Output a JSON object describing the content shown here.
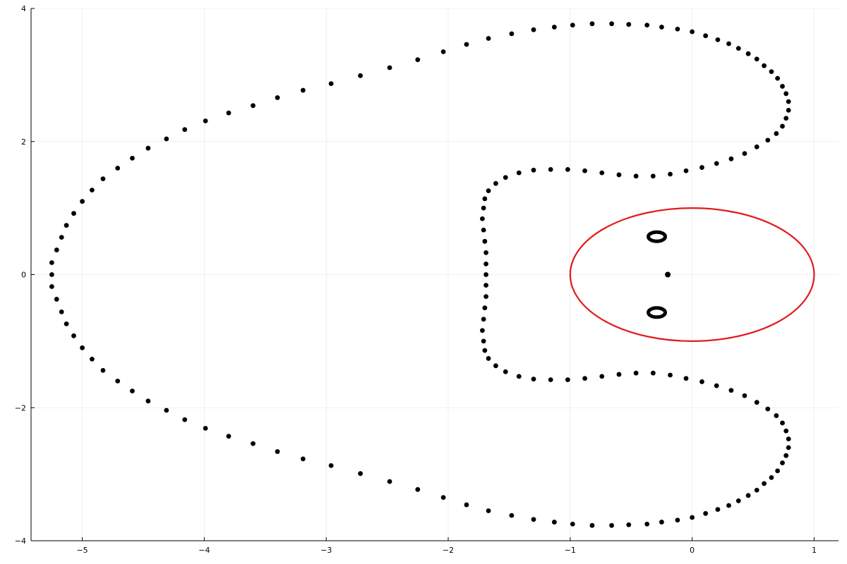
{
  "chart_data": {
    "type": "scatter",
    "title": "",
    "xlabel": "",
    "ylabel": "",
    "xlim": [
      -5.42,
      1.2
    ],
    "ylim": [
      -4,
      4
    ],
    "xticks": [
      -5,
      -4,
      -3,
      -2,
      -1,
      0,
      1
    ],
    "yticks": [
      -4,
      -2,
      0,
      2,
      4
    ],
    "xtick_labels": [
      "−5",
      "−4",
      "−3",
      "−2",
      "−1",
      "0",
      "1"
    ],
    "ytick_labels": [
      "−4",
      "−2",
      "0",
      "2",
      "4"
    ],
    "grid": true,
    "legend": "none",
    "series": [
      {
        "kind": "points",
        "color": "#000000",
        "points": [
          [
            -5.25,
            0.0
          ],
          [
            -5.25,
            0.18
          ],
          [
            -5.21,
            0.37
          ],
          [
            -5.17,
            0.56
          ],
          [
            -5.13,
            0.74
          ],
          [
            -5.07,
            0.92
          ],
          [
            -5.0,
            1.1
          ],
          [
            -4.92,
            1.27
          ],
          [
            -4.83,
            1.44
          ],
          [
            -4.71,
            1.6
          ],
          [
            -4.59,
            1.75
          ],
          [
            -4.46,
            1.9
          ],
          [
            -4.31,
            2.04
          ],
          [
            -4.16,
            2.18
          ],
          [
            -3.99,
            2.31
          ],
          [
            -3.8,
            2.43
          ],
          [
            -3.6,
            2.54
          ],
          [
            -3.4,
            2.66
          ],
          [
            -3.19,
            2.77
          ],
          [
            -2.96,
            2.87
          ],
          [
            -2.72,
            2.99
          ],
          [
            -2.48,
            3.11
          ],
          [
            -2.25,
            3.23
          ],
          [
            -2.04,
            3.35
          ],
          [
            -1.85,
            3.46
          ],
          [
            -1.67,
            3.55
          ],
          [
            -1.48,
            3.62
          ],
          [
            -1.3,
            3.68
          ],
          [
            -1.13,
            3.72
          ],
          [
            -0.98,
            3.75
          ],
          [
            -0.82,
            3.77
          ],
          [
            -0.66,
            3.77
          ],
          [
            -0.52,
            3.76
          ],
          [
            -0.37,
            3.75
          ],
          [
            -0.25,
            3.72
          ],
          [
            -0.12,
            3.69
          ],
          [
            0.0,
            3.65
          ],
          [
            0.11,
            3.59
          ],
          [
            0.21,
            3.53
          ],
          [
            0.3,
            3.47
          ],
          [
            0.38,
            3.4
          ],
          [
            0.46,
            3.32
          ],
          [
            0.53,
            3.24
          ],
          [
            0.59,
            3.14
          ],
          [
            0.65,
            3.05
          ],
          [
            0.7,
            2.95
          ],
          [
            0.74,
            2.83
          ],
          [
            0.77,
            2.72
          ],
          [
            0.79,
            2.6
          ],
          [
            0.79,
            2.47
          ],
          [
            0.77,
            2.35
          ],
          [
            0.74,
            2.23
          ],
          [
            0.69,
            2.12
          ],
          [
            0.62,
            2.02
          ],
          [
            0.53,
            1.92
          ],
          [
            0.43,
            1.82
          ],
          [
            0.32,
            1.74
          ],
          [
            0.2,
            1.67
          ],
          [
            0.08,
            1.61
          ],
          [
            -0.05,
            1.56
          ],
          [
            -0.18,
            1.51
          ],
          [
            -0.32,
            1.48
          ],
          [
            -0.46,
            1.48
          ],
          [
            -0.6,
            1.5
          ],
          [
            -0.74,
            1.53
          ],
          [
            -0.88,
            1.56
          ],
          [
            -1.02,
            1.58
          ],
          [
            -1.16,
            1.58
          ],
          [
            -1.3,
            1.57
          ],
          [
            -1.42,
            1.53
          ],
          [
            -1.53,
            1.46
          ],
          [
            -1.61,
            1.37
          ],
          [
            -1.67,
            1.26
          ],
          [
            -1.7,
            1.14
          ],
          [
            -1.71,
            1.0
          ],
          [
            -1.72,
            0.84
          ],
          [
            -1.71,
            0.67
          ],
          [
            -1.7,
            0.5
          ],
          [
            -1.69,
            0.33
          ],
          [
            -1.69,
            0.16
          ],
          [
            -1.69,
            0.0
          ]
        ]
      },
      {
        "kind": "points",
        "color": "#000000",
        "points": [
          [
            -0.29,
            0.57
          ],
          [
            -0.29,
            -0.57
          ],
          [
            -0.2,
            0.0
          ]
        ]
      },
      {
        "kind": "circle",
        "color": "#e31a1c",
        "center": [
          0,
          0
        ],
        "radius": 1
      }
    ],
    "symmetry": "mirror points of the first series about y = 0"
  }
}
